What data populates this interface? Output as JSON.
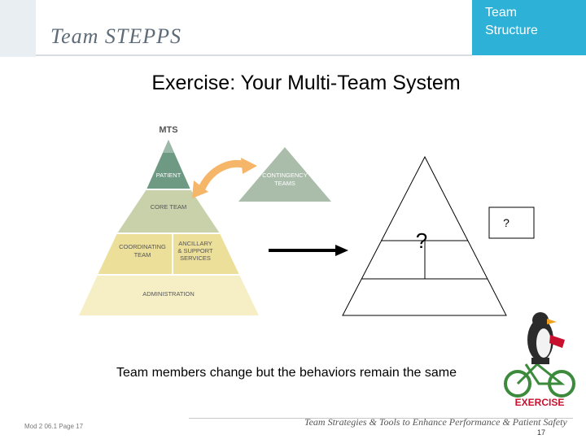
{
  "header": {
    "logo": "Team STEPPS",
    "tab_line1": "Team",
    "tab_line2": "Structure"
  },
  "slide": {
    "title": "Exercise: Your Multi-Team System",
    "caption": "Team members change but the behaviors remain the same",
    "exercise_label": "EXERCISE"
  },
  "mts_diagram": {
    "title": "MTS",
    "layers": {
      "patient": "PATIENT",
      "core_team": "CORE TEAM",
      "coordinating_line1": "COORDINATING",
      "coordinating_line2": "TEAM",
      "ancillary_line1": "ANCILLARY",
      "ancillary_line2": "& SUPPORT",
      "ancillary_line3": "SERVICES",
      "administration": "ADMINISTRATION"
    },
    "contingency_line1": "CONTINGENCY",
    "contingency_line2": "TEAMS",
    "colors": {
      "patient": "#6e9a84",
      "core": "#c9d1aa",
      "middle": "#ecdf9a",
      "base": "#f6efc6",
      "contingency": "#aabcaa",
      "arrow": "#f5b66a"
    }
  },
  "blank_diagram": {
    "question_main": "?",
    "question_side": "?"
  },
  "footer": {
    "module": "Mod 2 06.1   Page 17",
    "tagline": "Team Strategies & Tools to Enhance Performance & Patient Safety",
    "page_number": "17"
  }
}
